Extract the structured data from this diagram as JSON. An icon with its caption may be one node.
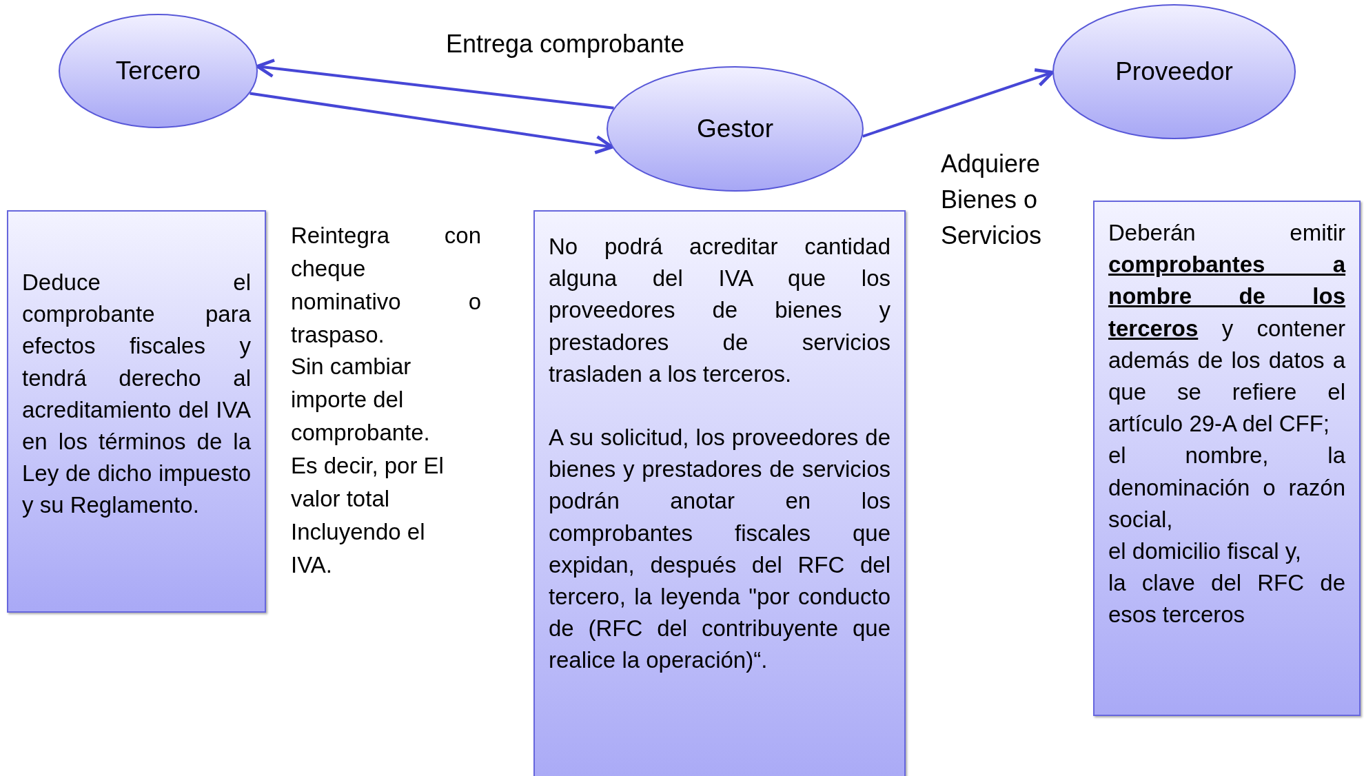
{
  "diagram": {
    "nodes": [
      {
        "text": [
          "Tercero"
        ]
      },
      {
        "text": [
          "Gestor"
        ]
      },
      {
        "text": [
          "Proveedor"
        ]
      },
      {
        "text": [
          "Deduce el comprobante para efectos fiscales y tendrá derecho al acreditamiento del IVA en los términos de la Ley de dicho impuesto y su Reglamento."
        ]
      },
      {
        "text": [
          "No podrá acreditar cantidad alguna del IVA que los proveedores de bienes y prestadores de servicios trasladen a los terceros.",
          "A su solicitud, los proveedores de bienes y prestadores de servicios podrán anotar en los comprobantes fiscales que expidan, después del RFC del tercero, la leyenda \"por conducto de (RFC del contribuyente que realice la operación)“."
        ]
      },
      {
        "text": [
          "Deberán emitir **comprobantes a nombre de los terceros** y contener además de los datos a que se refiere el artículo 29-A del CFF;",
          "el nombre, la denominación o razón social,",
          "el domicilio fiscal y,",
          "la clave del RFC de esos terceros"
        ]
      }
    ],
    "edges": [
      {
        "from": 1,
        "to": 0,
        "arrow": "to",
        "label": "Entrega comprobante"
      },
      {
        "from": 0,
        "to": 1,
        "arrow": "to"
      },
      {
        "from": 1,
        "to": 2,
        "arrow": "to",
        "label": "Adquiere Bienes o Servicios"
      }
    ],
    "labels": [
      "Reintegra con cheque nominativo o traspaso.",
      "Sin cambiar importe del comprobante.",
      "Es decir, por El valor total Incluyendo el IVA."
    ]
  }
}
